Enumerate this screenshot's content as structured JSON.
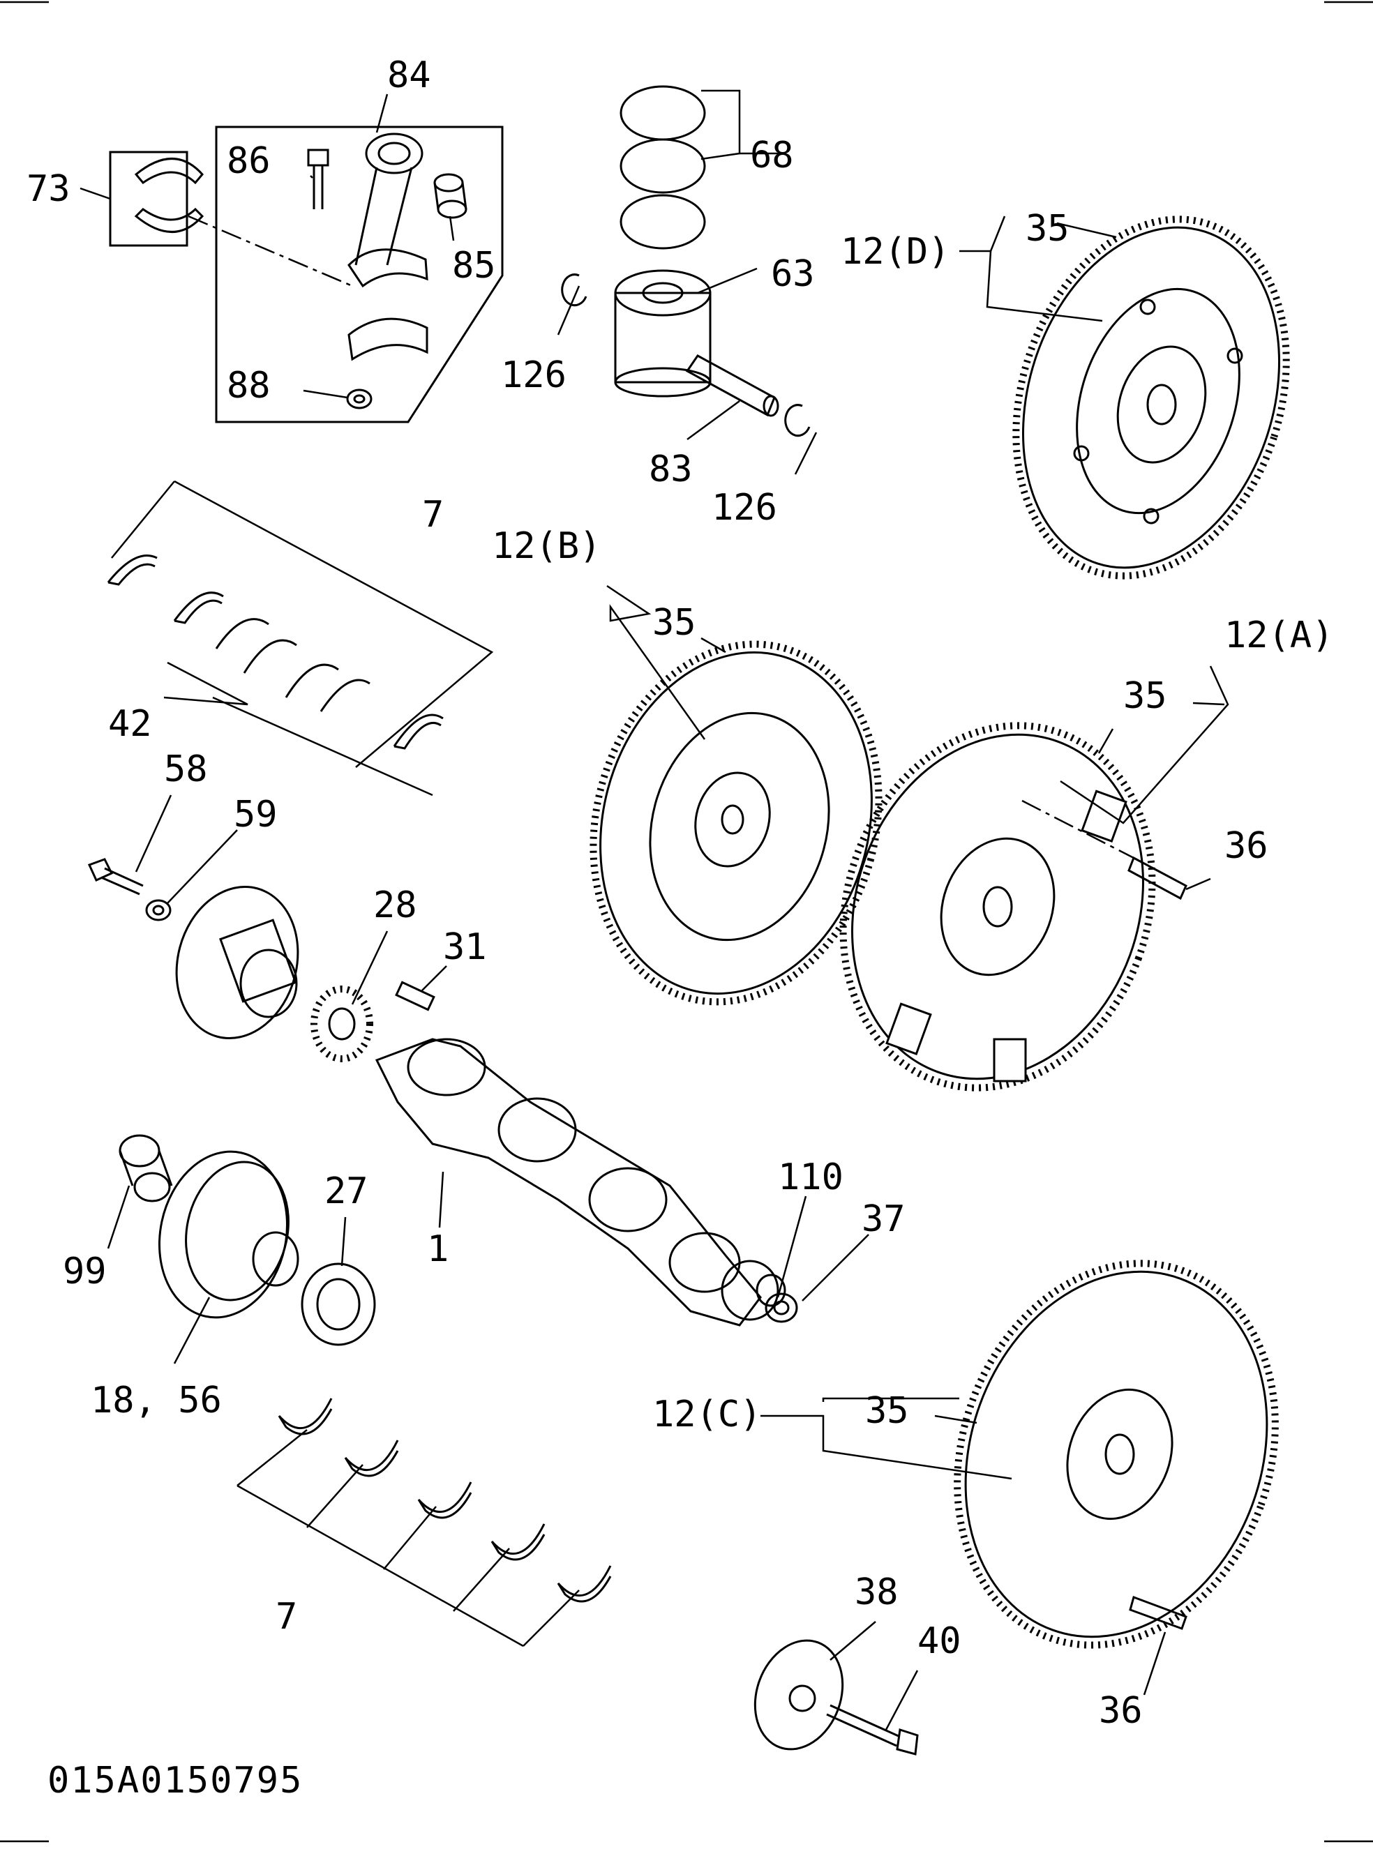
{
  "diagram": {
    "drawing_code": "015A0150795",
    "labels": {
      "l84": "84",
      "l86": "86",
      "l73": "73",
      "l85": "85",
      "l88": "88",
      "l68": "68",
      "l63": "63",
      "l126a": "126",
      "l83": "83",
      "l126b": "126",
      "l35d": "35",
      "l12d": "12(D)",
      "l7a": "7",
      "l42": "42",
      "l12b": "12(B)",
      "l35b": "35",
      "l12a": "12(A)",
      "l35a": "35",
      "l36a": "36",
      "l58": "58",
      "l59": "59",
      "l28": "28",
      "l31": "31",
      "l27": "27",
      "l99": "99",
      "l1": "1",
      "l1856": "18, 56",
      "l110": "110",
      "l37": "37",
      "l7b": "7",
      "l12c": "12(C)",
      "l35c": "35",
      "l38": "38",
      "l40": "40",
      "l36b": "36"
    }
  }
}
